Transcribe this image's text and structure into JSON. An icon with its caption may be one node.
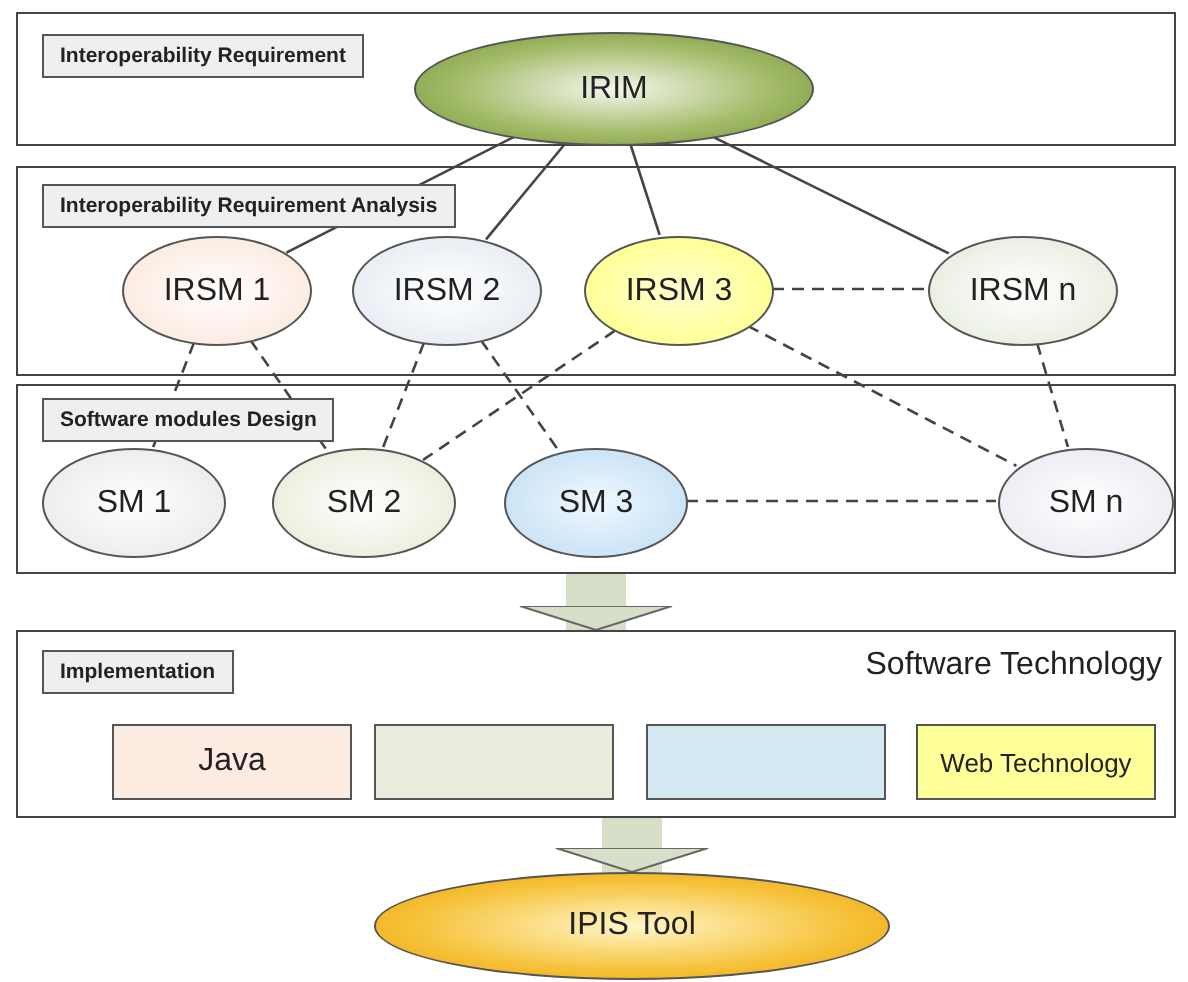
{
  "diagram": {
    "nodes": [
      {
        "text": [
          "Interoperability Requirement"
        ]
      },
      {
        "text": [
          "IRIM"
        ],
        "in": 0
      },
      {
        "text": [
          "Interoperability Requirement Analysis"
        ]
      },
      {
        "text": [
          "IRSM 1"
        ],
        "in": 2
      },
      {
        "text": [
          "IRSM 2"
        ],
        "in": 2
      },
      {
        "text": [
          "IRSM 3"
        ],
        "in": 2
      },
      {
        "text": [
          "IRSM n"
        ],
        "in": 2
      },
      {
        "text": [
          "Software modules Design"
        ]
      },
      {
        "text": [
          "SM 1"
        ],
        "in": 7
      },
      {
        "text": [
          "SM 2"
        ],
        "in": 7
      },
      {
        "text": [
          "SM 3"
        ],
        "in": 7
      },
      {
        "text": [
          "SM n"
        ],
        "in": 7
      },
      {
        "text": [
          "Implementation",
          "Software Technology"
        ]
      },
      {
        "text": [
          "Java"
        ],
        "in": 12
      },
      {
        "text": [],
        "shape": "box",
        "in": 12
      },
      {
        "text": [],
        "shape": "box",
        "in": 12
      },
      {
        "text": [
          "Web Technology"
        ],
        "in": 12
      },
      {
        "text": [
          "IPIS Tool"
        ]
      }
    ],
    "edges": [
      {
        "from": 1,
        "to": 3,
        "arrow": "none"
      },
      {
        "from": 1,
        "to": 4,
        "arrow": "none"
      },
      {
        "from": 1,
        "to": 5,
        "arrow": "none"
      },
      {
        "from": 1,
        "to": 6,
        "arrow": "none"
      },
      {
        "from": 5,
        "to": 6,
        "arrow": "none",
        "style": "dashed"
      },
      {
        "from": 3,
        "to": 8,
        "arrow": "none",
        "style": "dashed"
      },
      {
        "from": 3,
        "to": 9,
        "arrow": "none",
        "style": "dashed"
      },
      {
        "from": 4,
        "to": 9,
        "arrow": "none",
        "style": "dashed"
      },
      {
        "from": 4,
        "to": 10,
        "arrow": "none",
        "style": "dashed"
      },
      {
        "from": 5,
        "to": 9,
        "arrow": "none",
        "style": "dashed"
      },
      {
        "from": 5,
        "to": 11,
        "arrow": "none",
        "style": "dashed"
      },
      {
        "from": 6,
        "to": 11,
        "arrow": "none",
        "style": "dashed"
      },
      {
        "from": 10,
        "to": 11,
        "arrow": "none",
        "style": "dashed"
      },
      {
        "from": 7,
        "to": 12,
        "arrow": "to",
        "style": "thick",
        "color": "#d7dfc8"
      },
      {
        "from": 12,
        "to": 17,
        "arrow": "to",
        "style": "thick",
        "color": "#d7dfc8"
      }
    ]
  }
}
